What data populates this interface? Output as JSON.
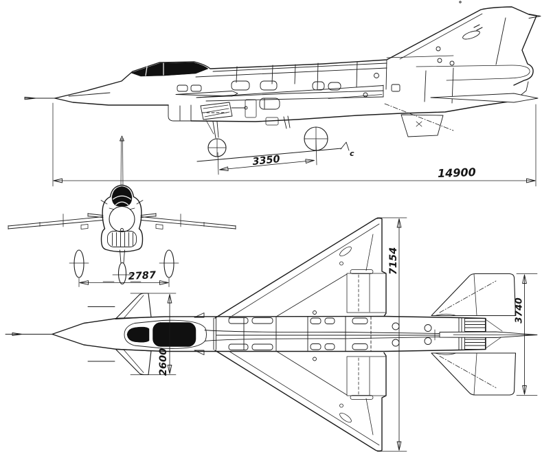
{
  "drawing": {
    "background_color": "#ffffff",
    "ink_color": "#1b1b1b"
  },
  "labels": {
    "side_view": {
      "wheelbase_mm": "3350",
      "overall_length_mm": "14900",
      "ground_reference_mark": "c"
    },
    "front_view": {
      "wheel_track_mm": "2787"
    },
    "top_view": {
      "canard_span_mm": "2600",
      "wing_span_mm": "7154",
      "tailplane_span_mm": "3740"
    }
  }
}
